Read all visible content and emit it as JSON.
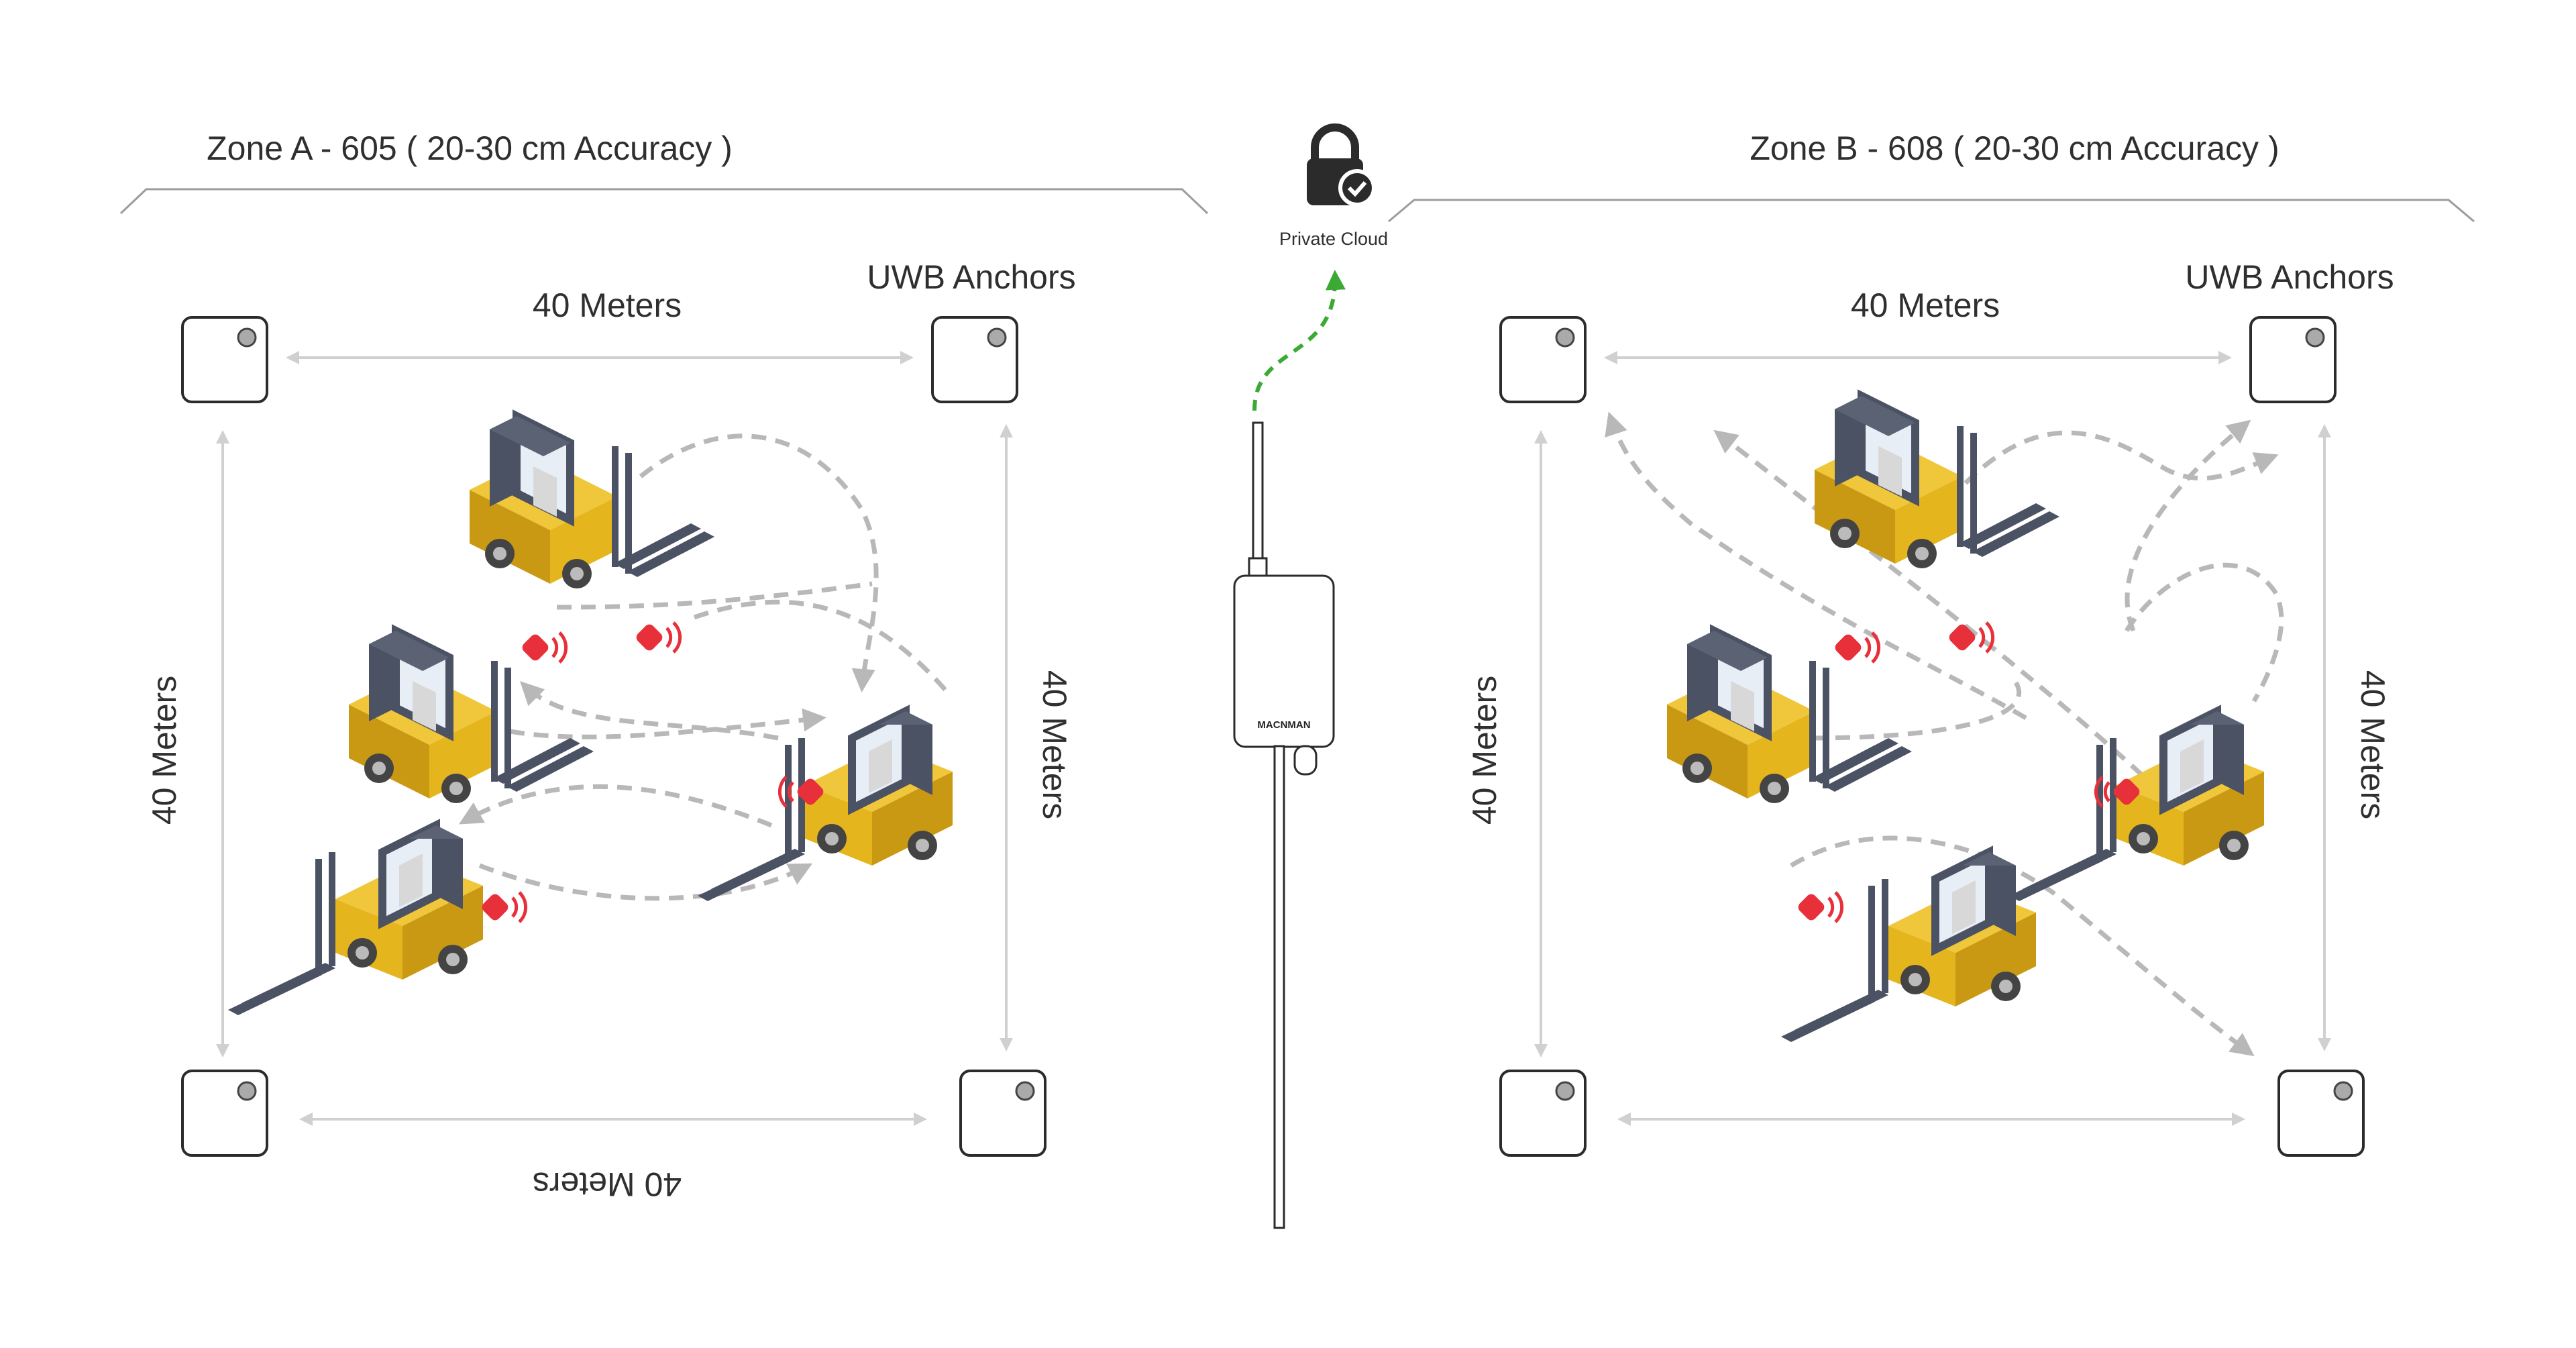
{
  "zone_a": {
    "title": "Zone A - 605 ( 20-30 cm Accuracy )",
    "anchors_label": "UWB Anchors",
    "top_dim": "40 Meters",
    "left_dim": "40 Meters",
    "right_dim": "40 Meters",
    "bottom_dim": "40 Meters"
  },
  "zone_b": {
    "title": "Zone B - 608 ( 20-30 cm Accuracy )",
    "anchors_label": "UWB Anchors",
    "top_dim": "40 Meters",
    "left_dim": "40 Meters",
    "right_dim": "40 Meters"
  },
  "gateway": {
    "cloud_label": "Private Cloud",
    "brand": "MACNMAN",
    "cloud_icon": "lock-check-icon"
  },
  "colors": {
    "forklift_body": "#e5b51e",
    "forklift_cab": "#5a6274",
    "tag": "#e8303a",
    "path": "#b4b4b4",
    "uplink": "#3aaa35"
  }
}
